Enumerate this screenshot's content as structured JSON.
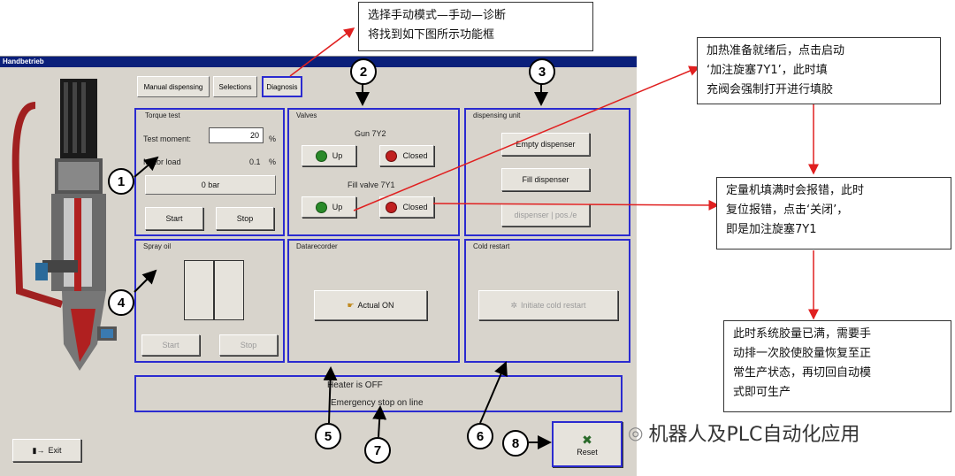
{
  "window": {
    "title": "Handbetrieb"
  },
  "tabs": [
    {
      "label": "Manual dispensing"
    },
    {
      "label": "Selections"
    },
    {
      "label": "Diagnosis"
    }
  ],
  "torque": {
    "title": "Torque test",
    "moment_label": "Test moment:",
    "moment_value": "20",
    "moment_unit": "%",
    "motor_label": "Motor load",
    "motor_value": "0.1",
    "motor_unit": "%",
    "bar_label": "0 bar",
    "start_label": "Start",
    "stop_label": "Stop"
  },
  "valves": {
    "title": "Valves",
    "gun_label": "Gun 7Y2",
    "fill_label": "Fill valve 7Y1",
    "up_label": "Up",
    "closed_label": "Closed"
  },
  "dispensing": {
    "title": "dispensing unit",
    "empty_label": "Empty dispenser",
    "fill_label": "Fill dispenser",
    "third_label": "dispenser | pos./e"
  },
  "spray": {
    "title": "Spray oil",
    "start_label": "Start",
    "stop_label": "Stop"
  },
  "recorder": {
    "title": "Datarecorder",
    "button_label": "Actual ON"
  },
  "cold": {
    "title": "Cold restart",
    "button_label": "Initiate cold restart"
  },
  "status": {
    "heater": "Heater is OFF",
    "emergency": "Emergency stop on line"
  },
  "exit_label": "Exit",
  "reset_label": "Reset",
  "numbers": [
    "1",
    "2",
    "3",
    "4",
    "5",
    "6",
    "7",
    "8"
  ],
  "callouts": {
    "top": "选择手动模式—手动—诊断\n将找到如下图所示功能框",
    "right1": "加热准备就绪后，点击启动\n‘加注旋塞7Y1’，此时填\n充阀会强制打开进行填胶",
    "right2": "定量机填满时会报错，此时\n复位报错，点击‘关闭’，\n即是加注旋塞7Y1",
    "right3": "此时系统胶量已满，需要手\n动排一次胶使胶量恢复至正\n常生产状态，再切回自动模\n式即可生产"
  },
  "watermark": "机器人及PLC自动化应用",
  "colors": {
    "frame": "#2b2bd0",
    "titlebar": "#0a1f7a",
    "arrow": "#e02020"
  }
}
